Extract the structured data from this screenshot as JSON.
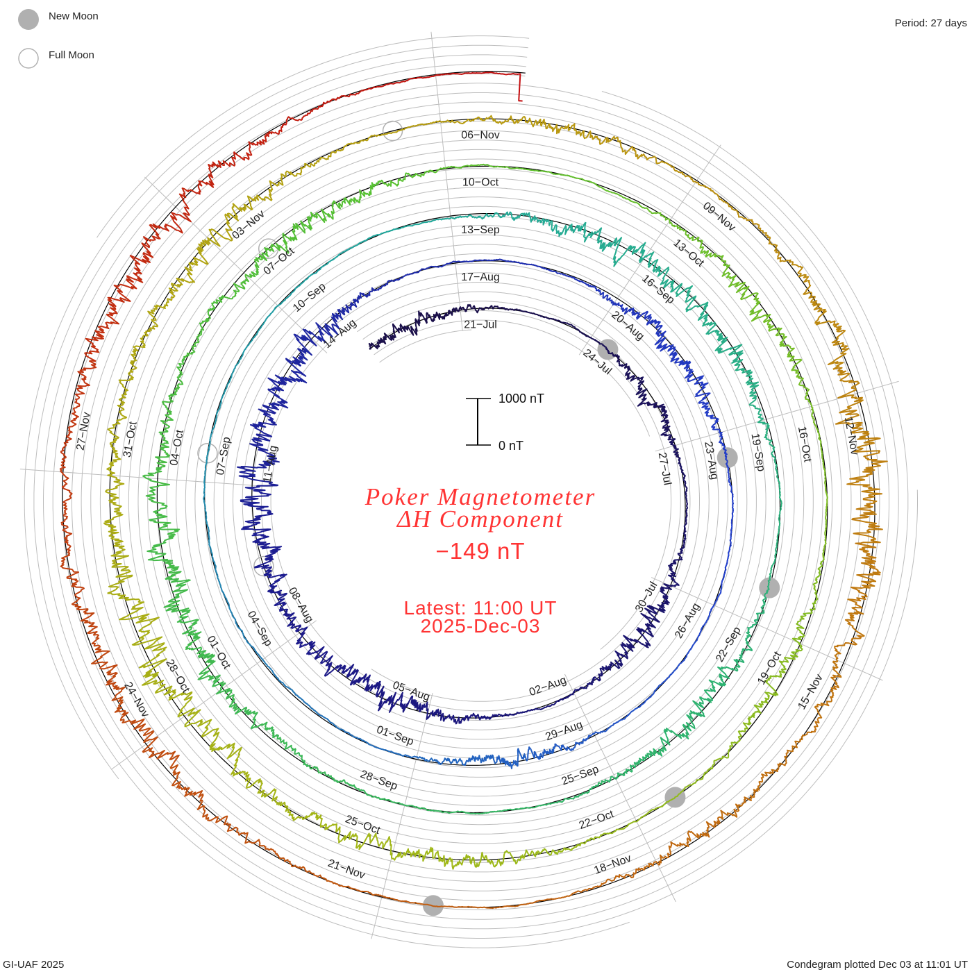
{
  "header": {
    "legend_new_moon": "New Moon",
    "legend_full_moon": "Full Moon",
    "period": "Period: 27 days"
  },
  "footer": {
    "credit": "GI-UAF 2025",
    "plotted": "Condegram plotted Dec 03 at 11:01 UT"
  },
  "center": {
    "title_line1": "Poker Magnetometer",
    "title_line2": "ΔH Component",
    "current_value": "−149 nT",
    "latest_time": "Latest: 11:00 UT",
    "latest_date": "2025-Dec-03",
    "scale_top": "1000 nT",
    "scale_bottom": "0 nT"
  },
  "colors": {
    "title": "#ff3333",
    "moon": "#b0b0b0",
    "grid": "#bdbdbd",
    "baseline": "#000000",
    "trace_stops": [
      {
        "day": 0,
        "color": "#1a0f4a"
      },
      {
        "day": 18,
        "color": "#1c1a8c"
      },
      {
        "day": 35,
        "color": "#2442d0"
      },
      {
        "day": 52,
        "color": "#22a8a0"
      },
      {
        "day": 66,
        "color": "#30b468"
      },
      {
        "day": 80,
        "color": "#58c030"
      },
      {
        "day": 95,
        "color": "#a0b818"
      },
      {
        "day": 108,
        "color": "#b89c10"
      },
      {
        "day": 116,
        "color": "#c07810"
      },
      {
        "day": 126,
        "color": "#c04a10"
      },
      {
        "day": 136,
        "color": "#c40a10"
      }
    ]
  },
  "chart_data": {
    "type": "line",
    "subtype": "condegram-spiral",
    "title": "Poker Magnetometer ΔH Component",
    "units": "nT",
    "period_days": 27,
    "start_date": "2025-07-21",
    "data_start_day": -2.7,
    "data_end_day": 135.46,
    "latest_value_nT": -149,
    "scale_bar_nT": [
      0,
      1000
    ],
    "date_labels": [
      "21-Jul",
      "24-Jul",
      "27-Jul",
      "30-Jul",
      "02-Aug",
      "05-Aug",
      "08-Aug",
      "11-Aug",
      "14-Aug",
      "17-Aug",
      "20-Aug",
      "23-Aug",
      "26-Aug",
      "29-Aug",
      "01-Sep",
      "04-Sep",
      "07-Sep",
      "10-Sep",
      "13-Sep",
      "16-Sep",
      "19-Sep",
      "22-Sep",
      "25-Sep",
      "28-Sep",
      "01-Oct",
      "04-Oct",
      "07-Oct",
      "10-Oct",
      "13-Oct",
      "16-Oct",
      "19-Oct",
      "22-Oct",
      "25-Oct",
      "28-Oct",
      "31-Oct",
      "03-Nov",
      "06-Nov",
      "09-Nov",
      "12-Nov",
      "15-Nov",
      "18-Nov",
      "21-Nov",
      "24-Nov",
      "27-Nov"
    ],
    "label_step_days": 3,
    "new_moon_days": [
      3,
      33,
      62,
      92,
      122
    ],
    "full_moon_days": [
      19,
      48,
      78,
      107
    ],
    "disturbances": [
      {
        "day": -1.5,
        "nT": 300,
        "width": 1.5
      },
      {
        "day": 4.5,
        "nT": 350,
        "width": 1.2
      },
      {
        "day": 9.5,
        "nT": 450,
        "width": 1.5
      },
      {
        "day": 15.5,
        "nT": 500,
        "width": 1.8
      },
      {
        "day": 20.5,
        "nT": 700,
        "width": 2.5
      },
      {
        "day": 23.5,
        "nT": 450,
        "width": 1.2
      },
      {
        "day": 31.0,
        "nT": 450,
        "width": 1.5
      },
      {
        "day": 40.0,
        "nT": 350,
        "width": 1.2
      },
      {
        "day": 56.0,
        "nT": 500,
        "width": 1.5
      },
      {
        "day": 58.5,
        "nT": 450,
        "width": 1.2
      },
      {
        "day": 64.0,
        "nT": 450,
        "width": 1.5
      },
      {
        "day": 73.0,
        "nT": 650,
        "width": 2.5
      },
      {
        "day": 78.5,
        "nT": 450,
        "width": 1.5
      },
      {
        "day": 85.0,
        "nT": 450,
        "width": 1.2
      },
      {
        "day": 90.0,
        "nT": 350,
        "width": 1.2
      },
      {
        "day": 95.0,
        "nT": 400,
        "width": 1.5
      },
      {
        "day": 99.5,
        "nT": 700,
        "width": 2.5
      },
      {
        "day": 104.5,
        "nT": 450,
        "width": 1.5
      },
      {
        "day": 109.0,
        "nT": 350,
        "width": 1.0
      },
      {
        "day": 114.5,
        "nT": 900,
        "width": 2.2
      },
      {
        "day": 119.0,
        "nT": 350,
        "width": 1.0
      },
      {
        "day": 126.0,
        "nT": 550,
        "width": 2.0
      },
      {
        "day": 131.0,
        "nT": 650,
        "width": 1.8
      }
    ],
    "grid": true
  }
}
